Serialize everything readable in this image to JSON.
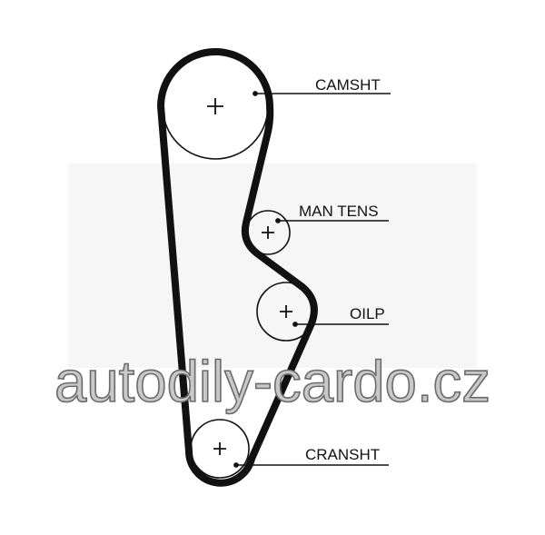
{
  "diagram": {
    "labels": {
      "camshaft": "CAMSHT",
      "tensioner": "MAN TENS",
      "oil_pump": "OILP",
      "crankshaft": "CRANSHT"
    },
    "watermark": "autodily-cardo.cz",
    "colors": {
      "belt": "#111111",
      "watermark_fill": "#c8c8c8",
      "watermark_stroke": "#6a6a6a"
    }
  }
}
